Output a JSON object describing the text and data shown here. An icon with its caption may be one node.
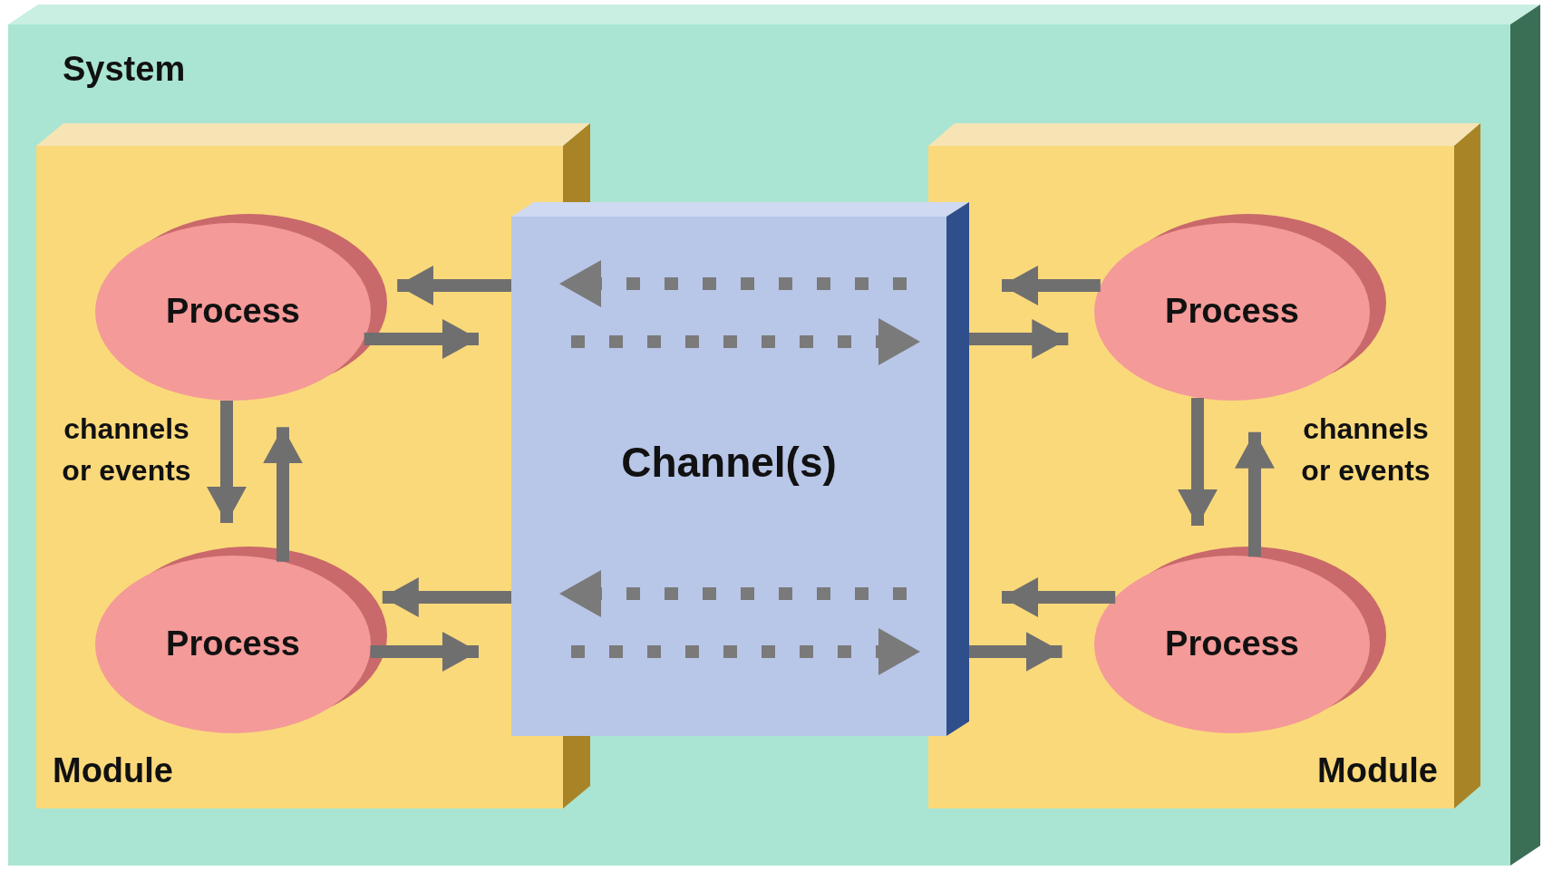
{
  "diagram": {
    "nodes": [
      {
        "text": [
          "System"
        ]
      },
      {
        "text": [
          "Module"
        ],
        "in": 0
      },
      {
        "text": [
          "Process"
        ],
        "in": 1
      },
      {
        "text": [
          "Process"
        ],
        "in": 1
      },
      {
        "text": [
          "Channel(s)"
        ],
        "in": 0
      },
      {
        "text": [
          "Module"
        ],
        "in": 0
      },
      {
        "text": [
          "Process"
        ],
        "in": 5
      },
      {
        "text": [
          "Process"
        ],
        "in": 5
      }
    ],
    "edges": [
      {
        "from": 4,
        "to": 2,
        "arrow": "to"
      },
      {
        "from": 2,
        "to": 4,
        "arrow": "to"
      },
      {
        "from": 4,
        "to": 3,
        "arrow": "to"
      },
      {
        "from": 3,
        "to": 4,
        "arrow": "to"
      },
      {
        "from": 2,
        "to": 3,
        "arrow": "to"
      },
      {
        "from": 3,
        "to": 2,
        "arrow": "to"
      },
      {
        "from": 6,
        "to": 4,
        "arrow": "to"
      },
      {
        "from": 4,
        "to": 6,
        "arrow": "to"
      },
      {
        "from": 7,
        "to": 4,
        "arrow": "to"
      },
      {
        "from": 4,
        "to": 7,
        "arrow": "to"
      },
      {
        "from": 6,
        "to": 7,
        "arrow": "to"
      },
      {
        "from": 7,
        "to": 6,
        "arrow": "to"
      }
    ],
    "labels": [
      "channels or events",
      "channels or events"
    ]
  }
}
